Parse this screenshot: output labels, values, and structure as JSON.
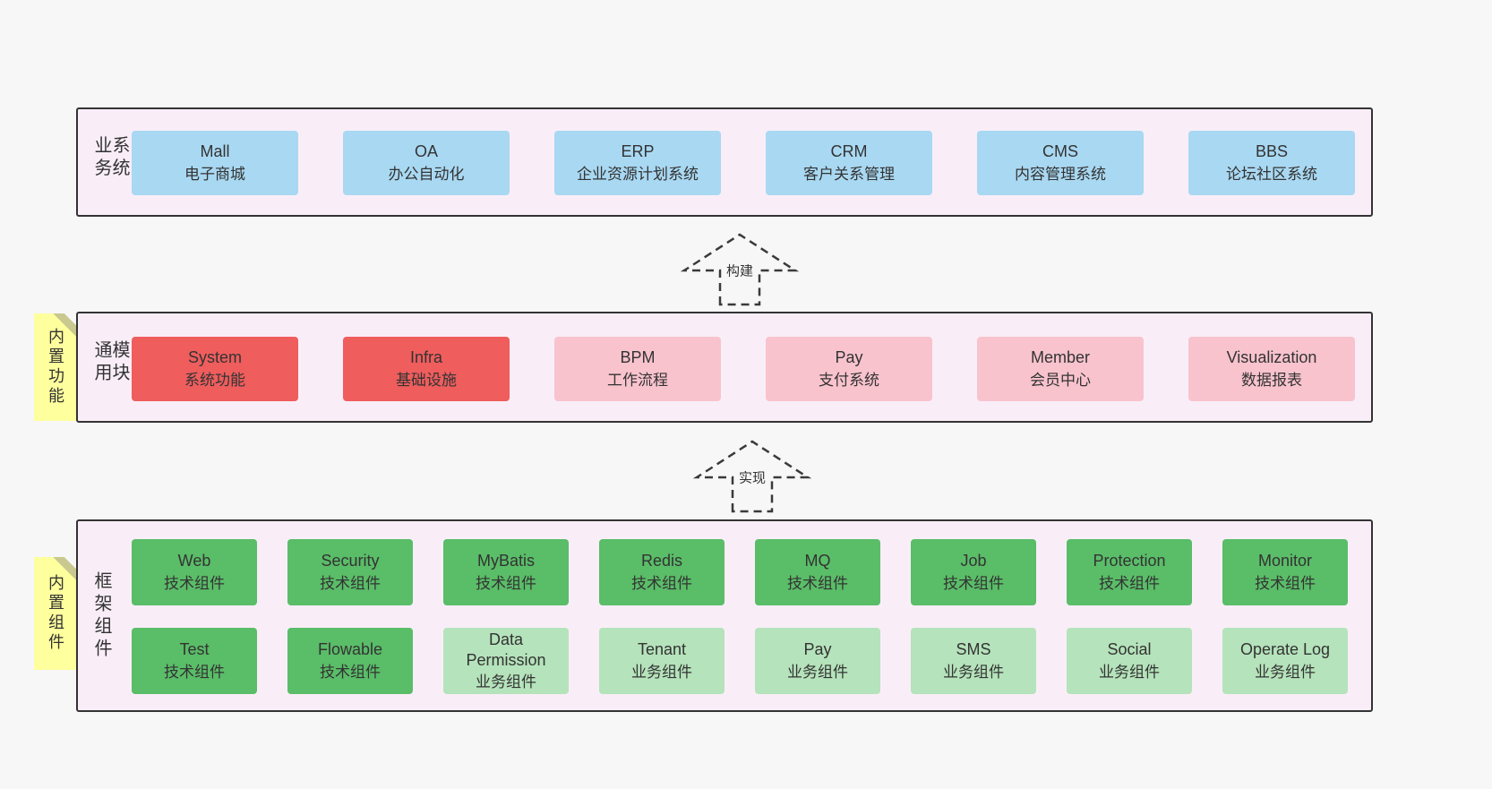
{
  "business_layer": {
    "side_label": "业务系统",
    "items": [
      {
        "name": "Mall",
        "desc": "电子商城"
      },
      {
        "name": "OA",
        "desc": "办公自动化"
      },
      {
        "name": "ERP",
        "desc": "企业资源计划系统"
      },
      {
        "name": "CRM",
        "desc": "客户关系管理"
      },
      {
        "name": "CMS",
        "desc": "内容管理系统"
      },
      {
        "name": "BBS",
        "desc": "论坛社区系统"
      }
    ]
  },
  "build_arrow": {
    "label": "构建"
  },
  "module_layer": {
    "side_label": "通用模块",
    "sticky": "内置功能",
    "items": [
      {
        "name": "System",
        "desc": "系统功能",
        "variant": "red"
      },
      {
        "name": "Infra",
        "desc": "基础设施",
        "variant": "red"
      },
      {
        "name": "BPM",
        "desc": "工作流程",
        "variant": "pink"
      },
      {
        "name": "Pay",
        "desc": "支付系统",
        "variant": "pink"
      },
      {
        "name": "Member",
        "desc": "会员中心",
        "variant": "pink"
      },
      {
        "name": "Visualization",
        "desc": "数据报表",
        "variant": "pink"
      }
    ]
  },
  "implement_arrow": {
    "label": "实现"
  },
  "component_layer": {
    "side_label": "框架组件",
    "sticky": "内置组件",
    "row1": [
      {
        "name": "Web",
        "desc": "技术组件",
        "variant": "green"
      },
      {
        "name": "Security",
        "desc": "技术组件",
        "variant": "green"
      },
      {
        "name": "MyBatis",
        "desc": "技术组件",
        "variant": "green"
      },
      {
        "name": "Redis",
        "desc": "技术组件",
        "variant": "green"
      },
      {
        "name": "MQ",
        "desc": "技术组件",
        "variant": "green"
      },
      {
        "name": "Job",
        "desc": "技术组件",
        "variant": "green"
      },
      {
        "name": "Protection",
        "desc": "技术组件",
        "variant": "green"
      },
      {
        "name": "Monitor",
        "desc": "技术组件",
        "variant": "green"
      }
    ],
    "row2": [
      {
        "name": "Test",
        "desc": "技术组件",
        "variant": "green"
      },
      {
        "name": "Flowable",
        "desc": "技术组件",
        "variant": "green"
      },
      {
        "name": "Data Permission",
        "desc": "业务组件",
        "variant": "lightgreen"
      },
      {
        "name": "Tenant",
        "desc": "业务组件",
        "variant": "lightgreen"
      },
      {
        "name": "Pay",
        "desc": "业务组件",
        "variant": "lightgreen"
      },
      {
        "name": "SMS",
        "desc": "业务组件",
        "variant": "lightgreen"
      },
      {
        "name": "Social",
        "desc": "业务组件",
        "variant": "lightgreen"
      },
      {
        "name": "Operate Log",
        "desc": "业务组件",
        "variant": "lightgreen"
      }
    ]
  },
  "colors": {
    "page_bg": "#f7f7f8",
    "panel_bg": "#f9eef8",
    "panel_border": "#333333",
    "blue": "#a9d8f2",
    "red": "#ef5d5d",
    "pink": "#f8c3cd",
    "green": "#5abd68",
    "light_green": "#b5e3bb",
    "sticky_yellow": "#feff9d"
  }
}
